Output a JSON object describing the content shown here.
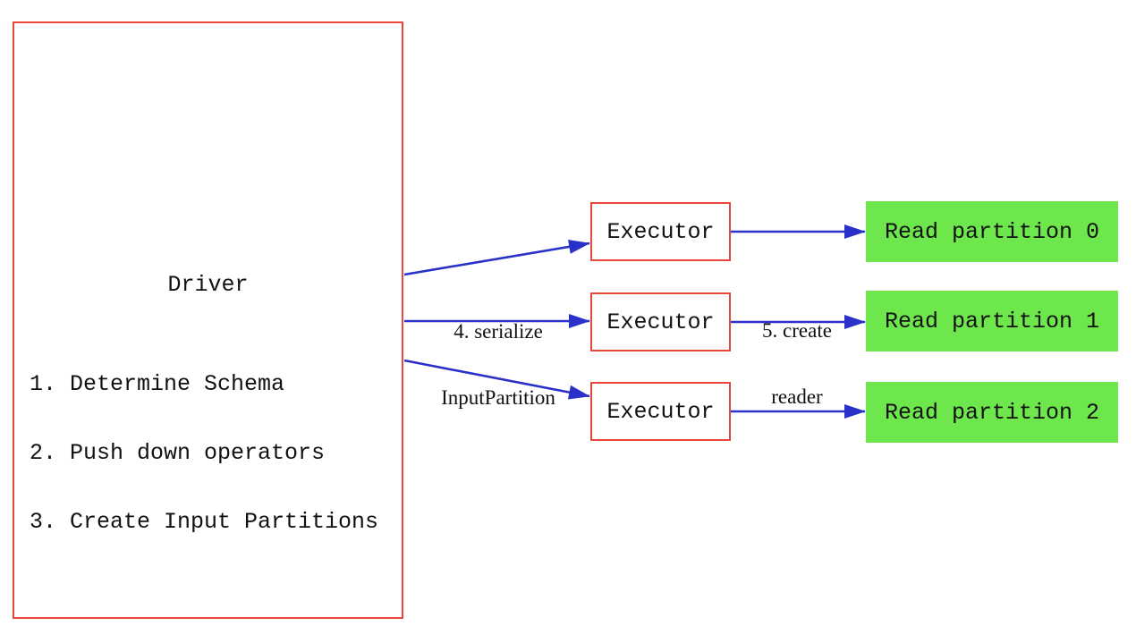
{
  "colors": {
    "red_border": "#e8473b",
    "blue_arrow": "#2a31c8",
    "green_fill": "#6de74c",
    "text": "#111111",
    "background": "#ffffff"
  },
  "driver": {
    "title": "Driver",
    "steps": [
      "1. Determine Schema",
      "2. Push down operators",
      "3. Create Input Partitions"
    ]
  },
  "executors": [
    {
      "label": "Executor"
    },
    {
      "label": "Executor"
    },
    {
      "label": "Executor"
    }
  ],
  "partitions": [
    {
      "label": "Read partition 0"
    },
    {
      "label": "Read partition 1"
    },
    {
      "label": "Read partition 2"
    }
  ],
  "edge_labels": {
    "serialize": {
      "line1": "4. serialize",
      "line2": "InputPartition"
    },
    "create_reader": {
      "line1": "5. create",
      "line2": "reader"
    }
  }
}
